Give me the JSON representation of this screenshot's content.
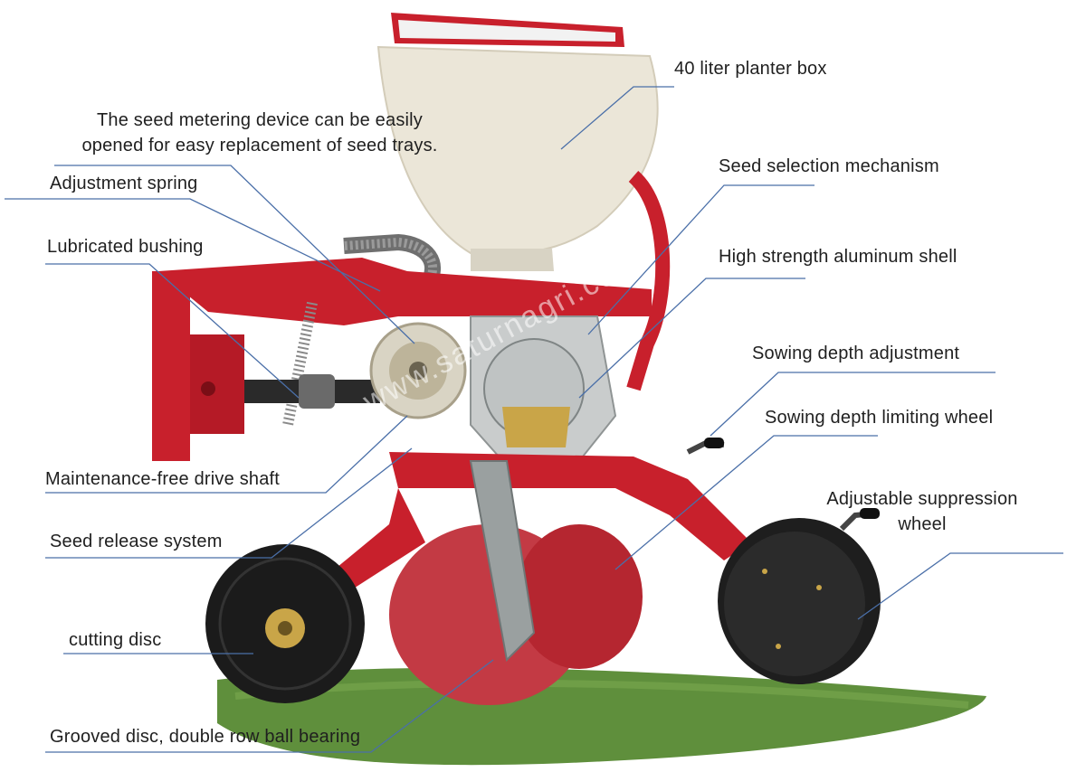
{
  "colors": {
    "frame_red": "#c8202c",
    "hopper_cream": "#ece7d9",
    "ground_green": "#5a8a3a",
    "leader_blue": "#4a6fa8",
    "tire_black": "#1b1b1b"
  },
  "labels": {
    "planter_box": "40 liter planter box",
    "metering_line1": "The seed metering device can be easily",
    "metering_line2": "opened for easy replacement of seed trays.",
    "adjustment_spring": "Adjustment spring",
    "lubricated_bushing": "Lubricated bushing",
    "seed_selection": "Seed selection mechanism",
    "aluminum_shell": "High strength aluminum shell",
    "depth_adjustment": "Sowing depth adjustment",
    "depth_wheel": "Sowing depth limiting wheel",
    "suppression_line1": "Adjustable suppression",
    "suppression_line2": "wheel",
    "drive_shaft": "Maintenance-free drive shaft",
    "seed_release": "Seed release system",
    "cutting_disc": "cutting disc",
    "grooved_disc": "Grooved disc, double row ball bearing"
  },
  "watermark": "www.saturnagri.com",
  "icons": [
    "seed-planter-illustration"
  ]
}
